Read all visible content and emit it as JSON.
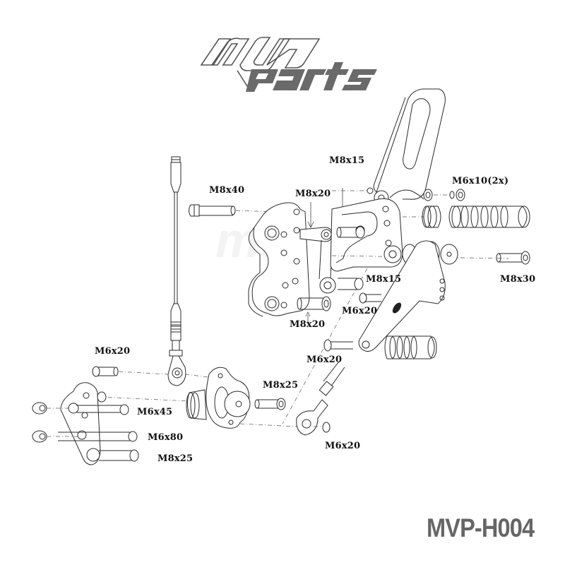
{
  "logo": {
    "top_text": "mv",
    "bottom_text": "parts",
    "outline_color": "#555555",
    "fill_color": "#6a6a6a"
  },
  "watermark": "mv",
  "product_code": "MVP-H004",
  "product_code_color": "#666666",
  "labels": [
    {
      "id": "m8x40",
      "text": "M8x40"
    },
    {
      "id": "m8x20-top",
      "text": "M8x20"
    },
    {
      "id": "m8x15-top",
      "text": "M8x15"
    },
    {
      "id": "m6x10-2x",
      "text": "M6x10(2x)"
    },
    {
      "id": "m8x15-mid",
      "text": "M8x15"
    },
    {
      "id": "m8x30",
      "text": "M8x30"
    },
    {
      "id": "m6x20-mid",
      "text": "M6x20"
    },
    {
      "id": "m8x20-bottom",
      "text": "M8x20"
    },
    {
      "id": "m6x20-lever",
      "text": "M6x20"
    },
    {
      "id": "m6x20-left",
      "text": "M6x20"
    },
    {
      "id": "m8x25-right",
      "text": "M8x25"
    },
    {
      "id": "m6x45",
      "text": "M6x45"
    },
    {
      "id": "m6x80",
      "text": "M6x80"
    },
    {
      "id": "m8x25-left",
      "text": "M8x25"
    },
    {
      "id": "m6x20-rodend",
      "text": "M6x20"
    }
  ]
}
